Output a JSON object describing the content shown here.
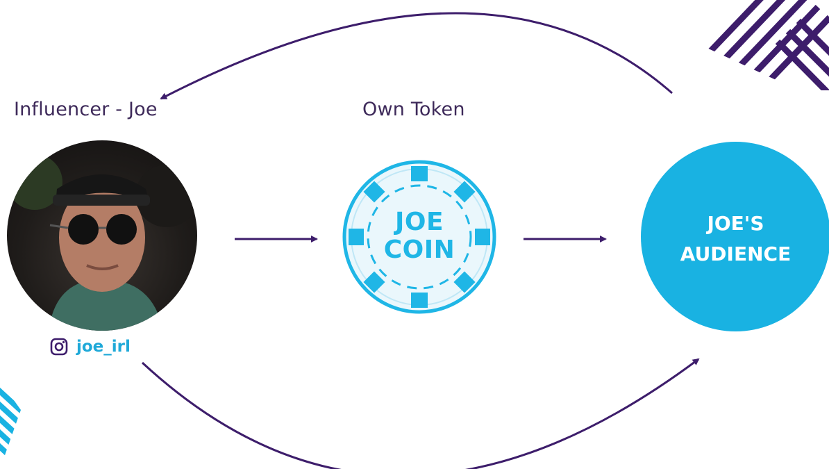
{
  "labels": {
    "influencer": "Influencer - Joe",
    "token": "Own Token"
  },
  "instagram": {
    "icon": "instagram-icon",
    "handle": "joe_irl"
  },
  "coin": {
    "line1": "JOE",
    "line2": "COIN"
  },
  "audience": {
    "line1": "JOE'S",
    "line2": "AUDIENCE"
  },
  "colors": {
    "purple": "#3d1d6b",
    "accent_blue": "#19b2e2",
    "text": "#3e2a5a"
  }
}
